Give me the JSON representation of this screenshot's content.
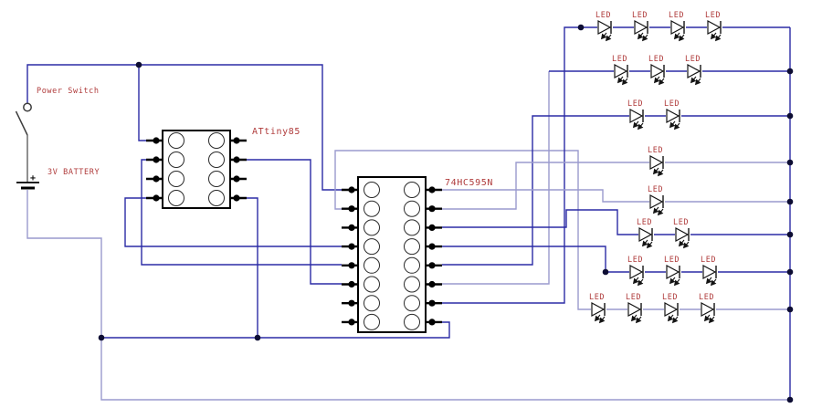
{
  "diagram": {
    "type": "circuit-schematic",
    "power": {
      "switch_label": "Power Switch",
      "battery_label": "3V BATTERY",
      "battery_plus": "+"
    },
    "chips": [
      {
        "name": "ATtiny85",
        "pins_per_side": 4
      },
      {
        "name": "74HC595N",
        "pins_per_side": 8
      }
    ],
    "led_label": "LED",
    "led_rows": [
      {
        "row": 1,
        "count": 4
      },
      {
        "row": 2,
        "count": 3
      },
      {
        "row": 3,
        "count": 2
      },
      {
        "row": 4,
        "count": 1
      },
      {
        "row": 5,
        "count": 1
      },
      {
        "row": 6,
        "count": 2
      },
      {
        "row": 7,
        "count": 3
      },
      {
        "row": 8,
        "count": 4
      }
    ],
    "colors": {
      "wire": "#2b2ba6",
      "wire_light": "#9a9ace",
      "label_red": "#b03c3c",
      "component": "#000000",
      "background": "#ffffff"
    }
  }
}
